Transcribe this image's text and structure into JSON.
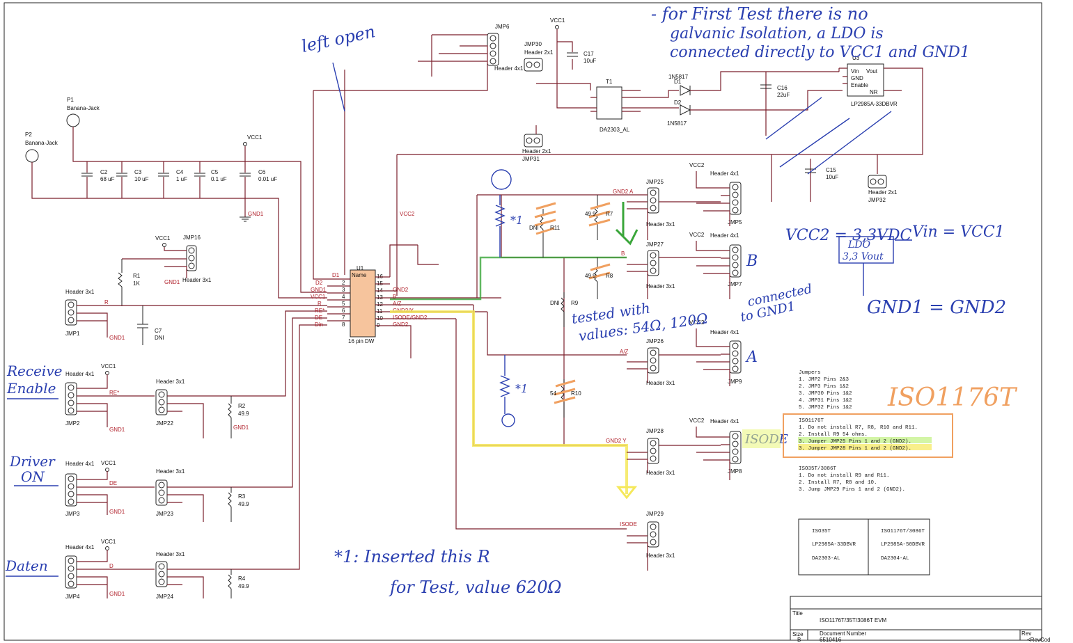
{
  "annotations": {
    "title_note": [
      "- for First Test there is no",
      "galvanic Isolation, a LDO is",
      "connected directly to VCC1 and GND1"
    ],
    "left_open": "left open",
    "receive_enable": [
      "Receive",
      "Enable"
    ],
    "driver_on": [
      "Driver",
      "ON"
    ],
    "daten": "Daten",
    "tested_with": [
      "tested with",
      "values: 54Ω, 120Ω"
    ],
    "connected_to_gnd1": [
      "connected",
      "to GND1"
    ],
    "vcc2_eq": "VCC2 = 3,3VDC",
    "vin_eq": "Vin = VCC1",
    "ldo_box": [
      "LDO",
      "3,3 Vout"
    ],
    "gnd_eq": "GND1 = GND2",
    "x1_label": "*1",
    "footnote": [
      "*1: Inserted this R",
      "for Test, value 620Ω"
    ],
    "iso_highlight": "ISO1176T",
    "isode_label": "ISODE",
    "pin_a": "A",
    "pin_b": "B"
  },
  "components": {
    "p1": [
      "P1",
      "Banana-Jack"
    ],
    "p2": [
      "P2",
      "Banana-Jack"
    ],
    "caps": [
      [
        "C2",
        "68 uF"
      ],
      [
        "C3",
        "10 uF"
      ],
      [
        "C4",
        "1 uF"
      ],
      [
        "C5",
        "0.1 uF"
      ],
      [
        "C6",
        "0.01 uF"
      ]
    ],
    "vcc1": "VCC1",
    "vcc2": "VCC2",
    "gnd1": "GND1",
    "gnd2": "GND2",
    "r1": [
      "R1",
      "1K"
    ],
    "c7": [
      "C7",
      "DNI"
    ],
    "jmp16": [
      "JMP16",
      "Header 3x1"
    ],
    "jmp1": [
      "Header 3x1",
      "JMP1"
    ],
    "jmp2": [
      "Header 4x1",
      "JMP2"
    ],
    "jmp3": [
      "Header 4x1",
      "JMP3"
    ],
    "jmp4": [
      "Header 4x1",
      "JMP4"
    ],
    "jmp22": [
      "Header 3x1",
      "JMP22"
    ],
    "jmp23": [
      "Header 3x1",
      "JMP23"
    ],
    "jmp24": [
      "Header 3x1",
      "JMP24"
    ],
    "r2": [
      "R2",
      "49.9"
    ],
    "r3": [
      "R3",
      "49.9"
    ],
    "r4": [
      "R4",
      "49.9"
    ],
    "u1": [
      "U1",
      "Name",
      "16 pin DW"
    ],
    "u1_left_pins": [
      "D2",
      "GND1",
      "VCC1",
      "R",
      "RE*",
      "DE",
      "Din"
    ],
    "u1_left_nums": [
      "2",
      "3",
      "4",
      "5",
      "6",
      "7",
      "8"
    ],
    "u1_right_pins": [
      "GND2",
      "B",
      "A/Z",
      "GND2/Y",
      "ISODE/GND2",
      "GND2"
    ],
    "u1_right_nums": [
      "16",
      "15",
      "14",
      "13",
      "12",
      "11",
      "10",
      "9"
    ],
    "net_d1": "D1",
    "net_r": "R",
    "net_re": "RE*",
    "net_de": "DE",
    "net_d": "D",
    "jmp6": [
      "JMP6",
      "Header 4x1"
    ],
    "jmp30": [
      "JMP30",
      "Header 2x1"
    ],
    "jmp31": [
      "Header 2x1",
      "JMP31"
    ],
    "jmp32": [
      "Header 2x1",
      "JMP32"
    ],
    "c17": [
      "C17",
      "10uF"
    ],
    "c16": [
      "C16",
      "22uF"
    ],
    "c15": [
      "C15",
      "10uF"
    ],
    "t1": [
      "T1",
      "DA2303_AL"
    ],
    "d1": [
      "D1",
      "1N5817"
    ],
    "d2": [
      "D2",
      "1N5817"
    ],
    "u3": [
      "U3",
      "LP2985A-33DBVR"
    ],
    "u3_pins": [
      "Vin",
      "Vout",
      "GND",
      "Enable",
      "NR"
    ],
    "r7": [
      "R7",
      "49.9"
    ],
    "r8": [
      "R8",
      "49.9"
    ],
    "r9": [
      "R9",
      "DNI"
    ],
    "r10": [
      "R10",
      "54"
    ],
    "r11": [
      "R11",
      "DNI"
    ],
    "jmp25": [
      "JMP25",
      "Header 3x1"
    ],
    "jmp27": [
      "JMP27",
      "Header 3x1"
    ],
    "jmp26": [
      "JMP26",
      "Header 3x1"
    ],
    "jmp28": [
      "JMP28",
      "Header 3x1"
    ],
    "jmp29": [
      "JMP29",
      "Header 3x1"
    ],
    "jmp5": [
      "Header 4x1",
      "JMP5"
    ],
    "jmp7": [
      "Header 4x1",
      "JMP7"
    ],
    "jmp9": [
      "Header 4x1",
      "JMP9"
    ],
    "jmp8": [
      "Header 4x1",
      "JMP8"
    ],
    "net_gnd2a": "GND2 A",
    "net_b": "B",
    "net_az": "A/Z",
    "net_gnd2y": "GND2 Y",
    "net_isode": "ISODE",
    "net_vcc2": "VCC2"
  },
  "notes": {
    "jumpers": [
      "Jumpers",
      "1.  JMP2 Pins 2&3",
      "2.  JMP3 Pins 1&2",
      "3.  JMP30 Pins 1&2",
      "4.  JMP31 Pins 1&2",
      "5.  JMP32 Pins 1&2"
    ],
    "iso1176": [
      "ISO1176T",
      "1.  Do not install R7, R8, R10 and R11.",
      "2.  Install R9 54 ohms.",
      "3.  Jumper JMP25 Pins 1 and 2 (GND2).",
      "3.  Jumper JMP28 Pins 1 and 2 (GND2)."
    ],
    "iso35": [
      "ISO35T/3086T",
      "1.  Do not install R9 and R11.",
      "2.  Install R7, R8 and 10.",
      "3.  Jump JMP29 Pins 1 and 2 (GND2)."
    ]
  },
  "bom_table": {
    "col1": [
      "ISO35T",
      "LP2985A-33DBVR",
      "DA2303-AL"
    ],
    "col2": [
      "ISO1176T/3086T",
      "LP2985A-50DBVR",
      "DA2304-AL"
    ]
  },
  "title_block": {
    "title_label": "Title",
    "title": "ISO1176T/35T/3086T EVM",
    "size_label": "Size",
    "size": "B",
    "docnum_label": "Document Number",
    "docnum": "6510416",
    "rev_label": "Rev",
    "rev": "<RevCod"
  },
  "colors": {
    "wire": "#7a1f2b",
    "ink": "#2a3fb0",
    "orange": "#f0a060",
    "yellow": "#f5e85a",
    "green": "#3aa63a"
  }
}
